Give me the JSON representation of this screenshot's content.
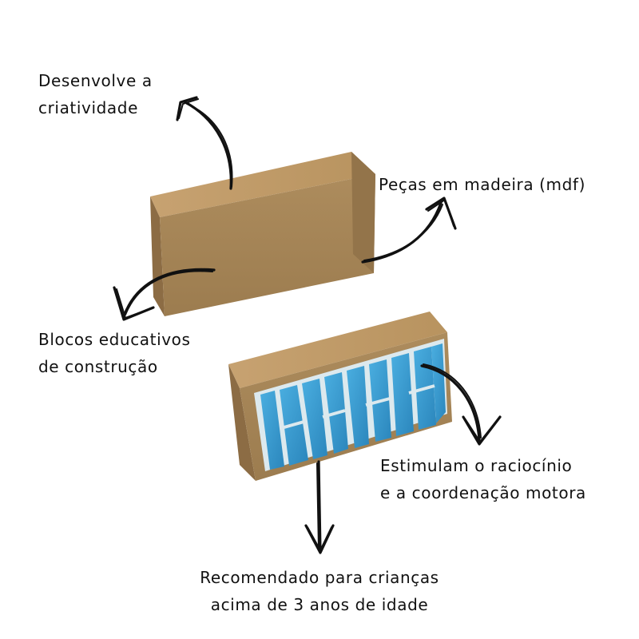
{
  "labels": {
    "criatividade": {
      "line1": "Desenvolve a",
      "line2": "criatividade"
    },
    "madeira": {
      "line1": "Peças em madeira (mdf)"
    },
    "blocos": {
      "line1": "Blocos educativos",
      "line2": "de construção"
    },
    "raciocinio": {
      "line1": "Estimulam o raciocínio",
      "line2": "e a coordenação motora"
    },
    "idade": {
      "line1": "Recomendado para crianças",
      "line2": "acima de 3 anos de idade"
    }
  },
  "colors": {
    "wood_front": "#a9885a",
    "wood_top": "#c09a68",
    "wood_side": "#8f7046",
    "tile_blue": "#3a9bd0",
    "tile_border": "#dce9ee",
    "ink": "#111111"
  },
  "icons": {
    "arrows": "hand-drawn-arrow-icon"
  }
}
